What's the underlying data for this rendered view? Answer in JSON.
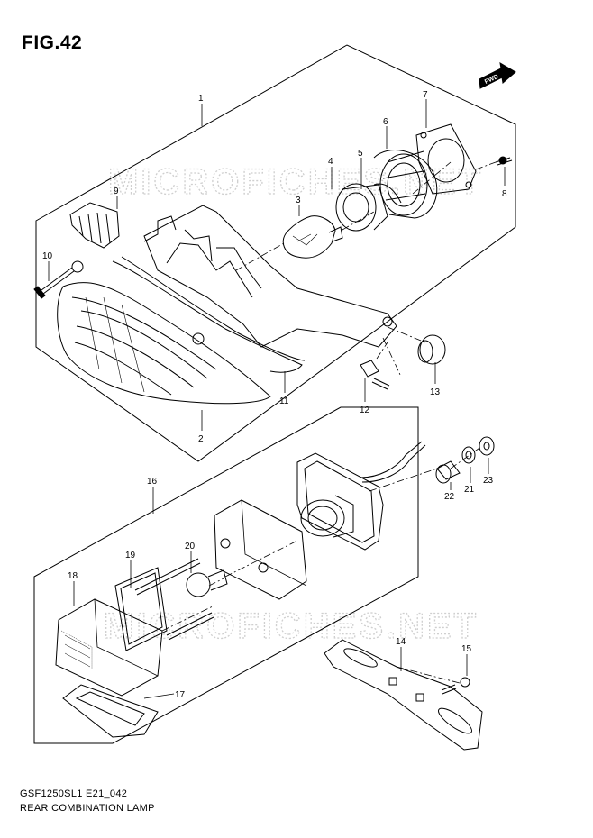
{
  "figure": {
    "title": "FIG.42",
    "model_code": "GSF1250SL1 E21_042",
    "caption": "REAR COMBINATION LAMP",
    "fwd_label": "FWD",
    "watermark": "MICROFICHES.NET"
  },
  "callouts": [
    {
      "id": "1",
      "part": "rear-combination-lamp-assembly"
    },
    {
      "id": "2",
      "part": "lens"
    },
    {
      "id": "3",
      "part": "bulb"
    },
    {
      "id": "4",
      "part": "socket"
    },
    {
      "id": "5",
      "part": "socket-seal"
    },
    {
      "id": "6",
      "part": "housing-cover"
    },
    {
      "id": "7",
      "part": "gasket"
    },
    {
      "id": "8",
      "part": "screw"
    },
    {
      "id": "9",
      "part": "clip"
    },
    {
      "id": "10",
      "part": "screw"
    },
    {
      "id": "11",
      "part": "lamp-housing"
    },
    {
      "id": "12",
      "part": "screw"
    },
    {
      "id": "13",
      "part": "grommet"
    },
    {
      "id": "14",
      "part": "license-lamp-bracket"
    },
    {
      "id": "15",
      "part": "screw"
    },
    {
      "id": "16",
      "part": "license-plate-lamp-assembly"
    },
    {
      "id": "17",
      "part": "license-lamp-lens"
    },
    {
      "id": "18",
      "part": "lamp-housing"
    },
    {
      "id": "19",
      "part": "gasket"
    },
    {
      "id": "20",
      "part": "bulb"
    },
    {
      "id": "21",
      "part": "washer"
    },
    {
      "id": "22",
      "part": "spacer"
    },
    {
      "id": "23",
      "part": "nut"
    }
  ],
  "colors": {
    "line": "#000000",
    "watermark": "#cfcfcf",
    "background": "#ffffff"
  }
}
